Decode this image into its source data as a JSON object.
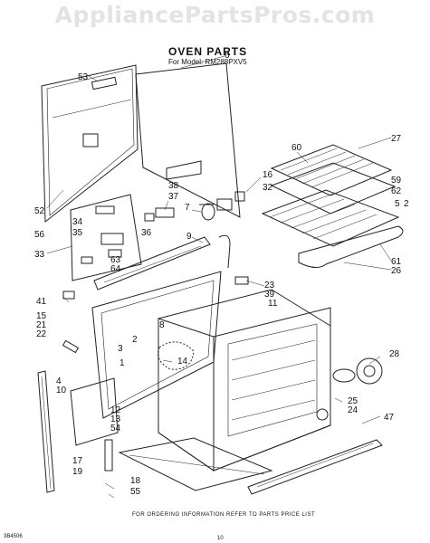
{
  "watermark": "AppliancePartsPros.com",
  "title": "OVEN PARTS",
  "subtitle": "For Model: RM288PXV5",
  "footer_note": "FOR ORDERING INFORMATION REFER TO PARTS PRICE LIST",
  "document_number": "3B4506",
  "page_number": "10",
  "part_callouts": [
    "53",
    "6",
    "52",
    "56",
    "33",
    "38",
    "37",
    "7",
    "9",
    "34",
    "35",
    "36",
    "63",
    "64",
    "16",
    "32",
    "60",
    "27",
    "59",
    "62",
    "5",
    "2",
    "61",
    "26",
    "23",
    "39",
    "11",
    "41",
    "15",
    "21",
    "22",
    "8",
    "3",
    "2",
    "1",
    "14",
    "28",
    "4",
    "10",
    "12",
    "13",
    "54",
    "25",
    "24",
    "47",
    "17",
    "19",
    "18",
    "55"
  ]
}
